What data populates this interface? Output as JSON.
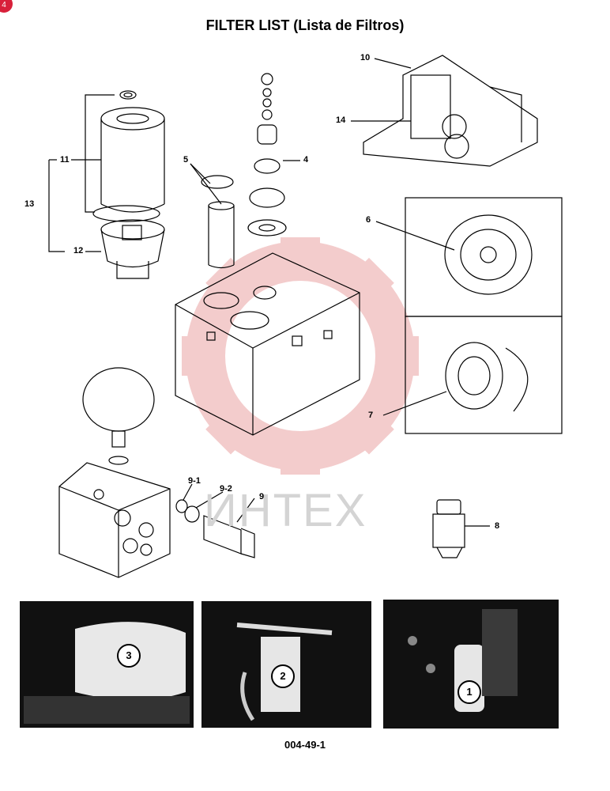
{
  "page": {
    "title": "FILTER LIST (Lista de Filtros)",
    "figure_code": "004-49-1",
    "badge_text": "4",
    "watermark_text": "ИНТЕХ"
  },
  "callouts": [
    "10",
    "14",
    "5",
    "4",
    "11",
    "13",
    "12",
    "6",
    "7",
    "9-1",
    "9-2",
    "9",
    "8"
  ],
  "photo_labels": [
    "3",
    "2",
    "1"
  ],
  "colors": {
    "watermark_red": "#f2c7c7",
    "badge_red": "#d8203a"
  }
}
